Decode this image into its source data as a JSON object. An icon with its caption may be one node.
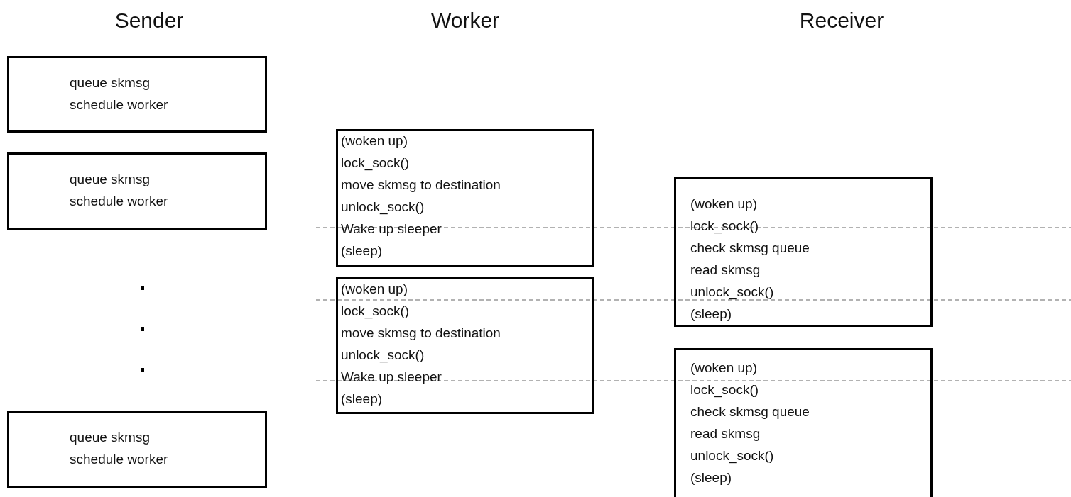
{
  "diagram": {
    "nodes": [
      {
        "text": [
          "queue skmsg",
          "schedule worker"
        ]
      },
      {
        "text": [
          "queue skmsg",
          "schedule worker"
        ]
      },
      {
        "text": [
          "queue skmsg",
          "schedule worker"
        ]
      },
      {
        "text": [
          "(woken up)",
          "lock_sock()",
          "move skmsg to destination",
          "unlock_sock()",
          "Wake up sleeper",
          "(sleep)"
        ]
      },
      {
        "text": [
          "(woken up)",
          "lock_sock()",
          "move skmsg to destination",
          "unlock_sock()",
          "Wake up sleeper",
          "(sleep)"
        ]
      },
      {
        "text": [
          "(woken up)",
          "lock_sock()",
          "check skmsg queue",
          "read skmsg",
          "unlock_sock()",
          "(sleep)"
        ]
      },
      {
        "text": [
          "(woken up)",
          "lock_sock()",
          "check skmsg queue",
          "read skmsg",
          "unlock_sock()",
          "(sleep)"
        ]
      }
    ],
    "labels": [
      "Sender",
      "Worker",
      "Receiver"
    ]
  }
}
